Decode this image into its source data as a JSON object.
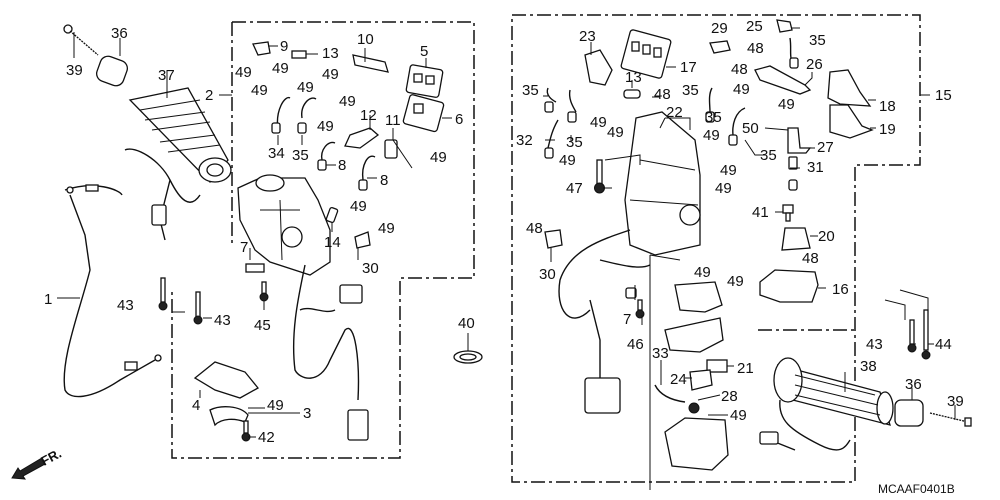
{
  "diagram": {
    "title": "Handlebar switch / heated grip parts diagram",
    "code": "MCAAF0401B",
    "front_indicator": "FR.",
    "callouts": {
      "p39a": "39",
      "p36a": "36",
      "p37": "37",
      "p2": "2",
      "p1": "1",
      "p9": "9",
      "p13a": "13",
      "p10": "10",
      "p5": "5",
      "p6": "6",
      "p49a": "49",
      "p49b": "49",
      "p49c": "49",
      "p49d": "49",
      "p49e": "49",
      "p49f": "49",
      "p12": "12",
      "p11": "11",
      "p49g": "49",
      "p49h": "49",
      "p34": "34",
      "p35a": "35",
      "p8a": "8",
      "p8b": "8",
      "p49i": "49",
      "p14": "14",
      "p49j": "49",
      "p30a": "30",
      "p7a": "7",
      "p43a": "43",
      "p43b": "43",
      "p45": "45",
      "p4": "4",
      "p49k": "49",
      "p3": "3",
      "p42": "42",
      "p40": "40",
      "p23": "23",
      "p17": "17",
      "p29": "29",
      "p25": "25",
      "p48a": "48",
      "p35b": "35",
      "p48b": "48",
      "p26": "26",
      "p35c": "35",
      "p35d": "35",
      "p13b": "13",
      "p48c": "48",
      "p35e": "35",
      "p49l": "49",
      "p49m": "49",
      "p49n": "49",
      "p49o": "49",
      "p18": "18",
      "p15": "15",
      "p22": "22",
      "p32": "32",
      "p35f": "35",
      "p49p": "49",
      "p50": "50",
      "p27": "27",
      "p19": "19",
      "p49q": "49",
      "p35g": "35",
      "p49r": "49",
      "p49s": "49",
      "p31": "31",
      "p47": "47",
      "p41": "41",
      "p48d": "48",
      "p20": "20",
      "p30b": "30",
      "p48e": "48",
      "p16": "16",
      "p49t": "49",
      "p49u": "49",
      "p7b": "7",
      "p46": "46",
      "p43c": "43",
      "p44": "44",
      "p33": "33",
      "p21": "21",
      "p24": "24",
      "p38": "38",
      "p36b": "36",
      "p39b": "39",
      "p28": "28",
      "p49v": "49"
    }
  }
}
